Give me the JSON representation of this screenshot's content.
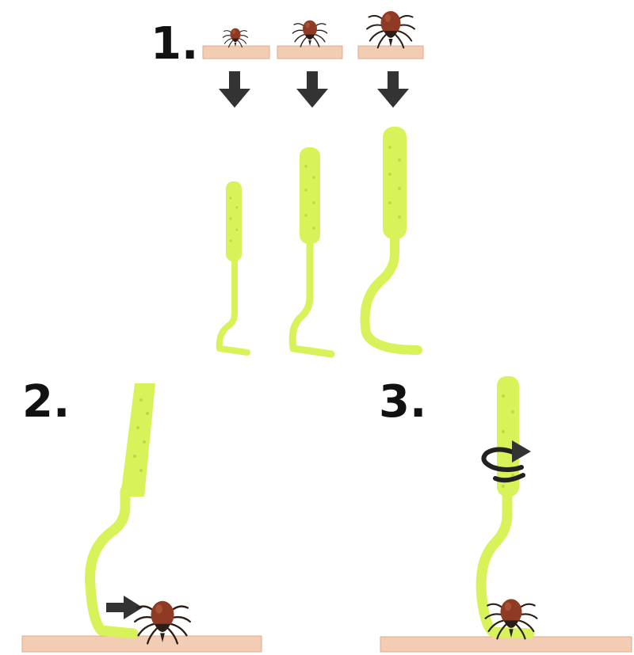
{
  "steps": [
    {
      "label": "1."
    },
    {
      "label": "2."
    },
    {
      "label": "3."
    }
  ],
  "colors": {
    "hook": "#d8f25a",
    "hook_shade": "#bcd848",
    "skin": "#f2cdb4",
    "skin_edge": "#e0a98e",
    "tick_body": "#8e3a24",
    "tick_head": "#2b1d17",
    "arrow": "#333333",
    "label": "#111111"
  },
  "icons": [
    "tick-icon",
    "down-arrow-icon",
    "right-arrow-icon",
    "rotate-arrow-icon",
    "tick-hook-icon"
  ]
}
